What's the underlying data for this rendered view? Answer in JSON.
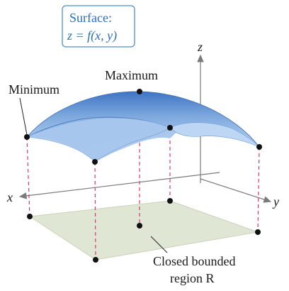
{
  "title_box": {
    "line1": "Surface:",
    "line2": "z = f(x, y)"
  },
  "labels": {
    "maximum": "Maximum",
    "minimum": "Minimum",
    "region_line1": "Closed bounded",
    "region_line2": "region R"
  },
  "axes": {
    "x": "x",
    "y": "y",
    "z": "z"
  },
  "colors": {
    "surface_top": "#4f86cf",
    "surface_light": "#a9c8ee",
    "region_fill": "#dfe6d3",
    "dash_pink": "#d23a7a",
    "axis_gray": "#7a7a7a",
    "box_border": "#4d8fd1",
    "box_text": "#2a6fb8"
  }
}
